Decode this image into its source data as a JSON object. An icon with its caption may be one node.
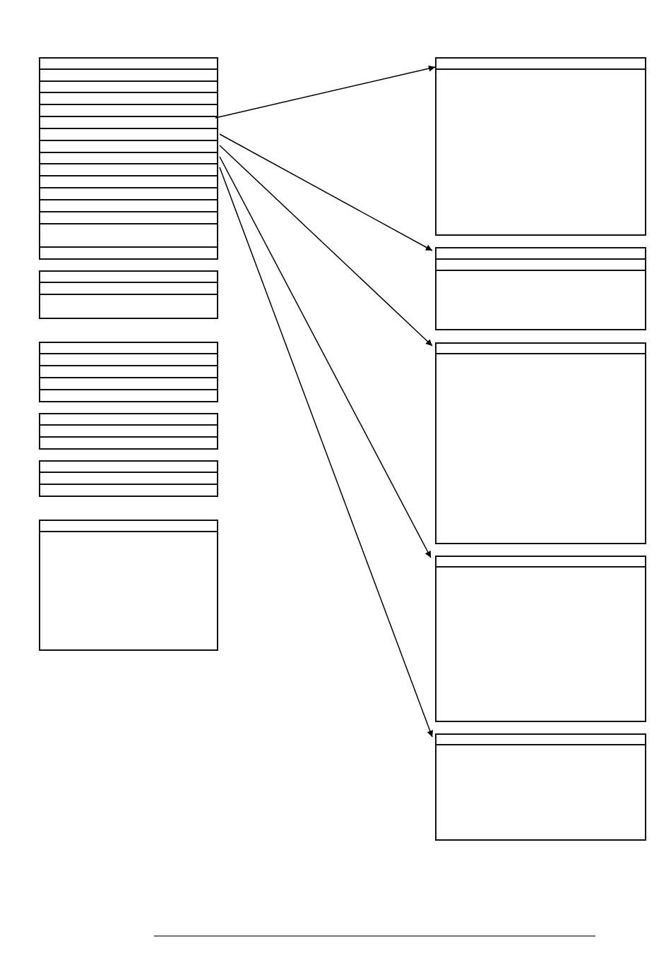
{
  "diagram": {
    "nodes": [
      {
        "text": [],
        "shape": "box"
      },
      {
        "text": [],
        "shape": "box"
      },
      {
        "text": [],
        "shape": "box"
      },
      {
        "text": [],
        "shape": "box"
      },
      {
        "text": [],
        "shape": "box"
      },
      {
        "text": [],
        "shape": "box"
      },
      {
        "text": [],
        "shape": "box"
      },
      {
        "text": [],
        "shape": "box"
      },
      {
        "text": [],
        "shape": "box"
      },
      {
        "text": [],
        "shape": "box"
      },
      {
        "text": [],
        "shape": "box"
      }
    ],
    "edges": [
      {
        "from": 0,
        "to": 6,
        "arrow": "to"
      },
      {
        "from": 0,
        "to": 7,
        "arrow": "to"
      },
      {
        "from": 0,
        "to": 8,
        "arrow": "to"
      },
      {
        "from": 0,
        "to": 9,
        "arrow": "to"
      },
      {
        "from": 0,
        "to": 10,
        "arrow": "to"
      }
    ]
  }
}
